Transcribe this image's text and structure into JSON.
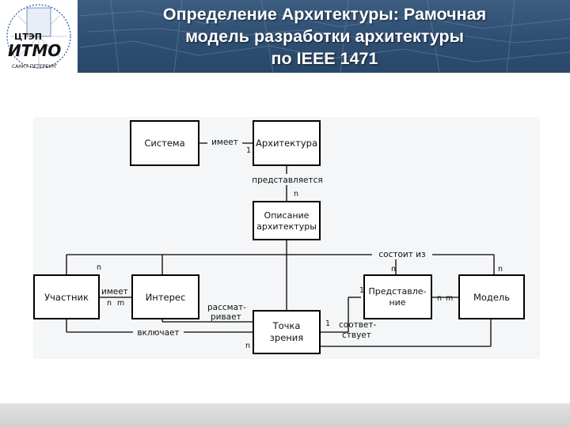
{
  "slide": {
    "title_lines": [
      "Определение Архитектуры: Рамочная",
      "модель разработки архитектуры",
      "по IEEE 1471"
    ]
  },
  "logo": {
    "small_text": "ЦТЭП",
    "big_text": "ИТМО",
    "city_text": "САНКТ-ПЕТЕРБУРГ"
  },
  "diagram": {
    "entities": {
      "system": "Система",
      "architecture": "Архитектура",
      "description_line1": "Описание",
      "description_line2": "архитектуры",
      "participant": "Участник",
      "interest": "Интерес",
      "viewpoint_line1": "Точка",
      "viewpoint_line2": "зрения",
      "view_line1": "Представле-",
      "view_line2": "ние",
      "model": "Модель"
    },
    "relations": {
      "has_top": "имеет",
      "represented": "представляется",
      "consists_of": "состоит из",
      "has_mid": "имеет",
      "considers_line1": "рассмат-",
      "considers_line2": "ривает",
      "includes": "включает",
      "conforms_line1": "соответ-",
      "conforms_line2": "ствует"
    },
    "multiplicities": {
      "m1_arch": "1",
      "mn_repr": "n",
      "mn_part": "n",
      "mn_part2": "n",
      "mm_int": "m",
      "mn_view_top": "n",
      "m1_view_left": "1",
      "mn_view_right": "n",
      "mm_model": "m",
      "mn_model_top": "n",
      "m1_viewpoint": "1",
      "mn_viewpoint": "n"
    }
  },
  "colors": {
    "header_blue": "#2f4f73",
    "logo_blue": "#1d4fa0",
    "logo_red": "#d12a2a",
    "line": "#000000"
  }
}
